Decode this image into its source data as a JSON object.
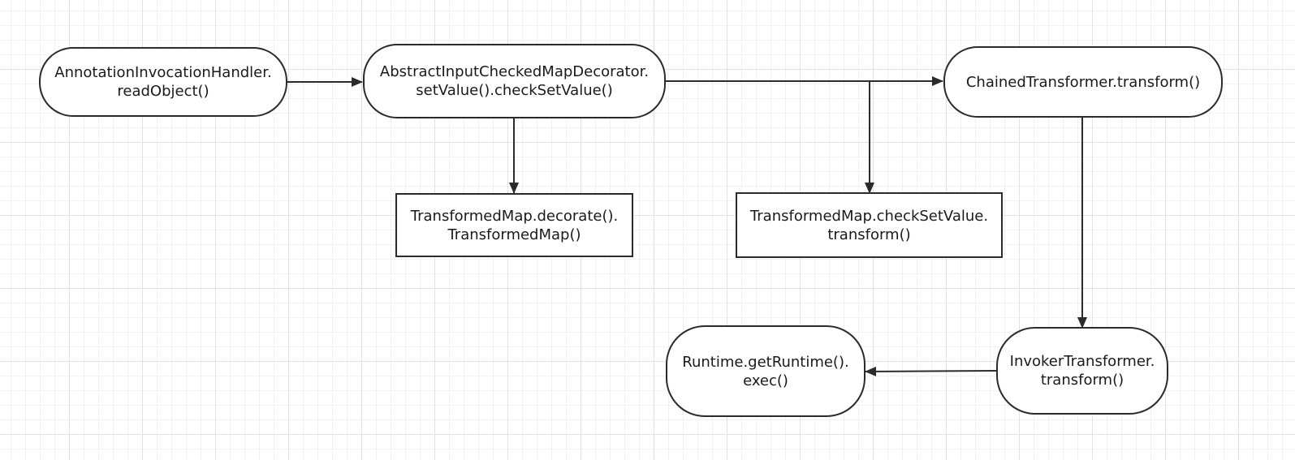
{
  "nodes": {
    "annotation_handler": {
      "line1": "AnnotationInvocationHandler.",
      "line2": "readObject()"
    },
    "abstract_decorator": {
      "line1": "AbstractInputCheckedMapDecorator.",
      "line2": "setValue().checkSetValue()"
    },
    "chained_transformer": {
      "line1": "ChainedTransformer.transform()"
    },
    "transformed_map_decorate": {
      "line1": "TransformedMap.decorate().",
      "line2": "TransformedMap()"
    },
    "transformed_map_check": {
      "line1": "TransformedMap.checkSetValue.",
      "line2": "transform()"
    },
    "invoker_transformer": {
      "line1": "InvokerTransformer.",
      "line2": "transform()"
    },
    "runtime_exec": {
      "line1": "Runtime.getRuntime().",
      "line2": "exec()"
    }
  },
  "colors": {
    "stroke": "#2b2b2b",
    "grid_major": "#e2e2e2",
    "grid_minor": "#f1f1f1"
  }
}
